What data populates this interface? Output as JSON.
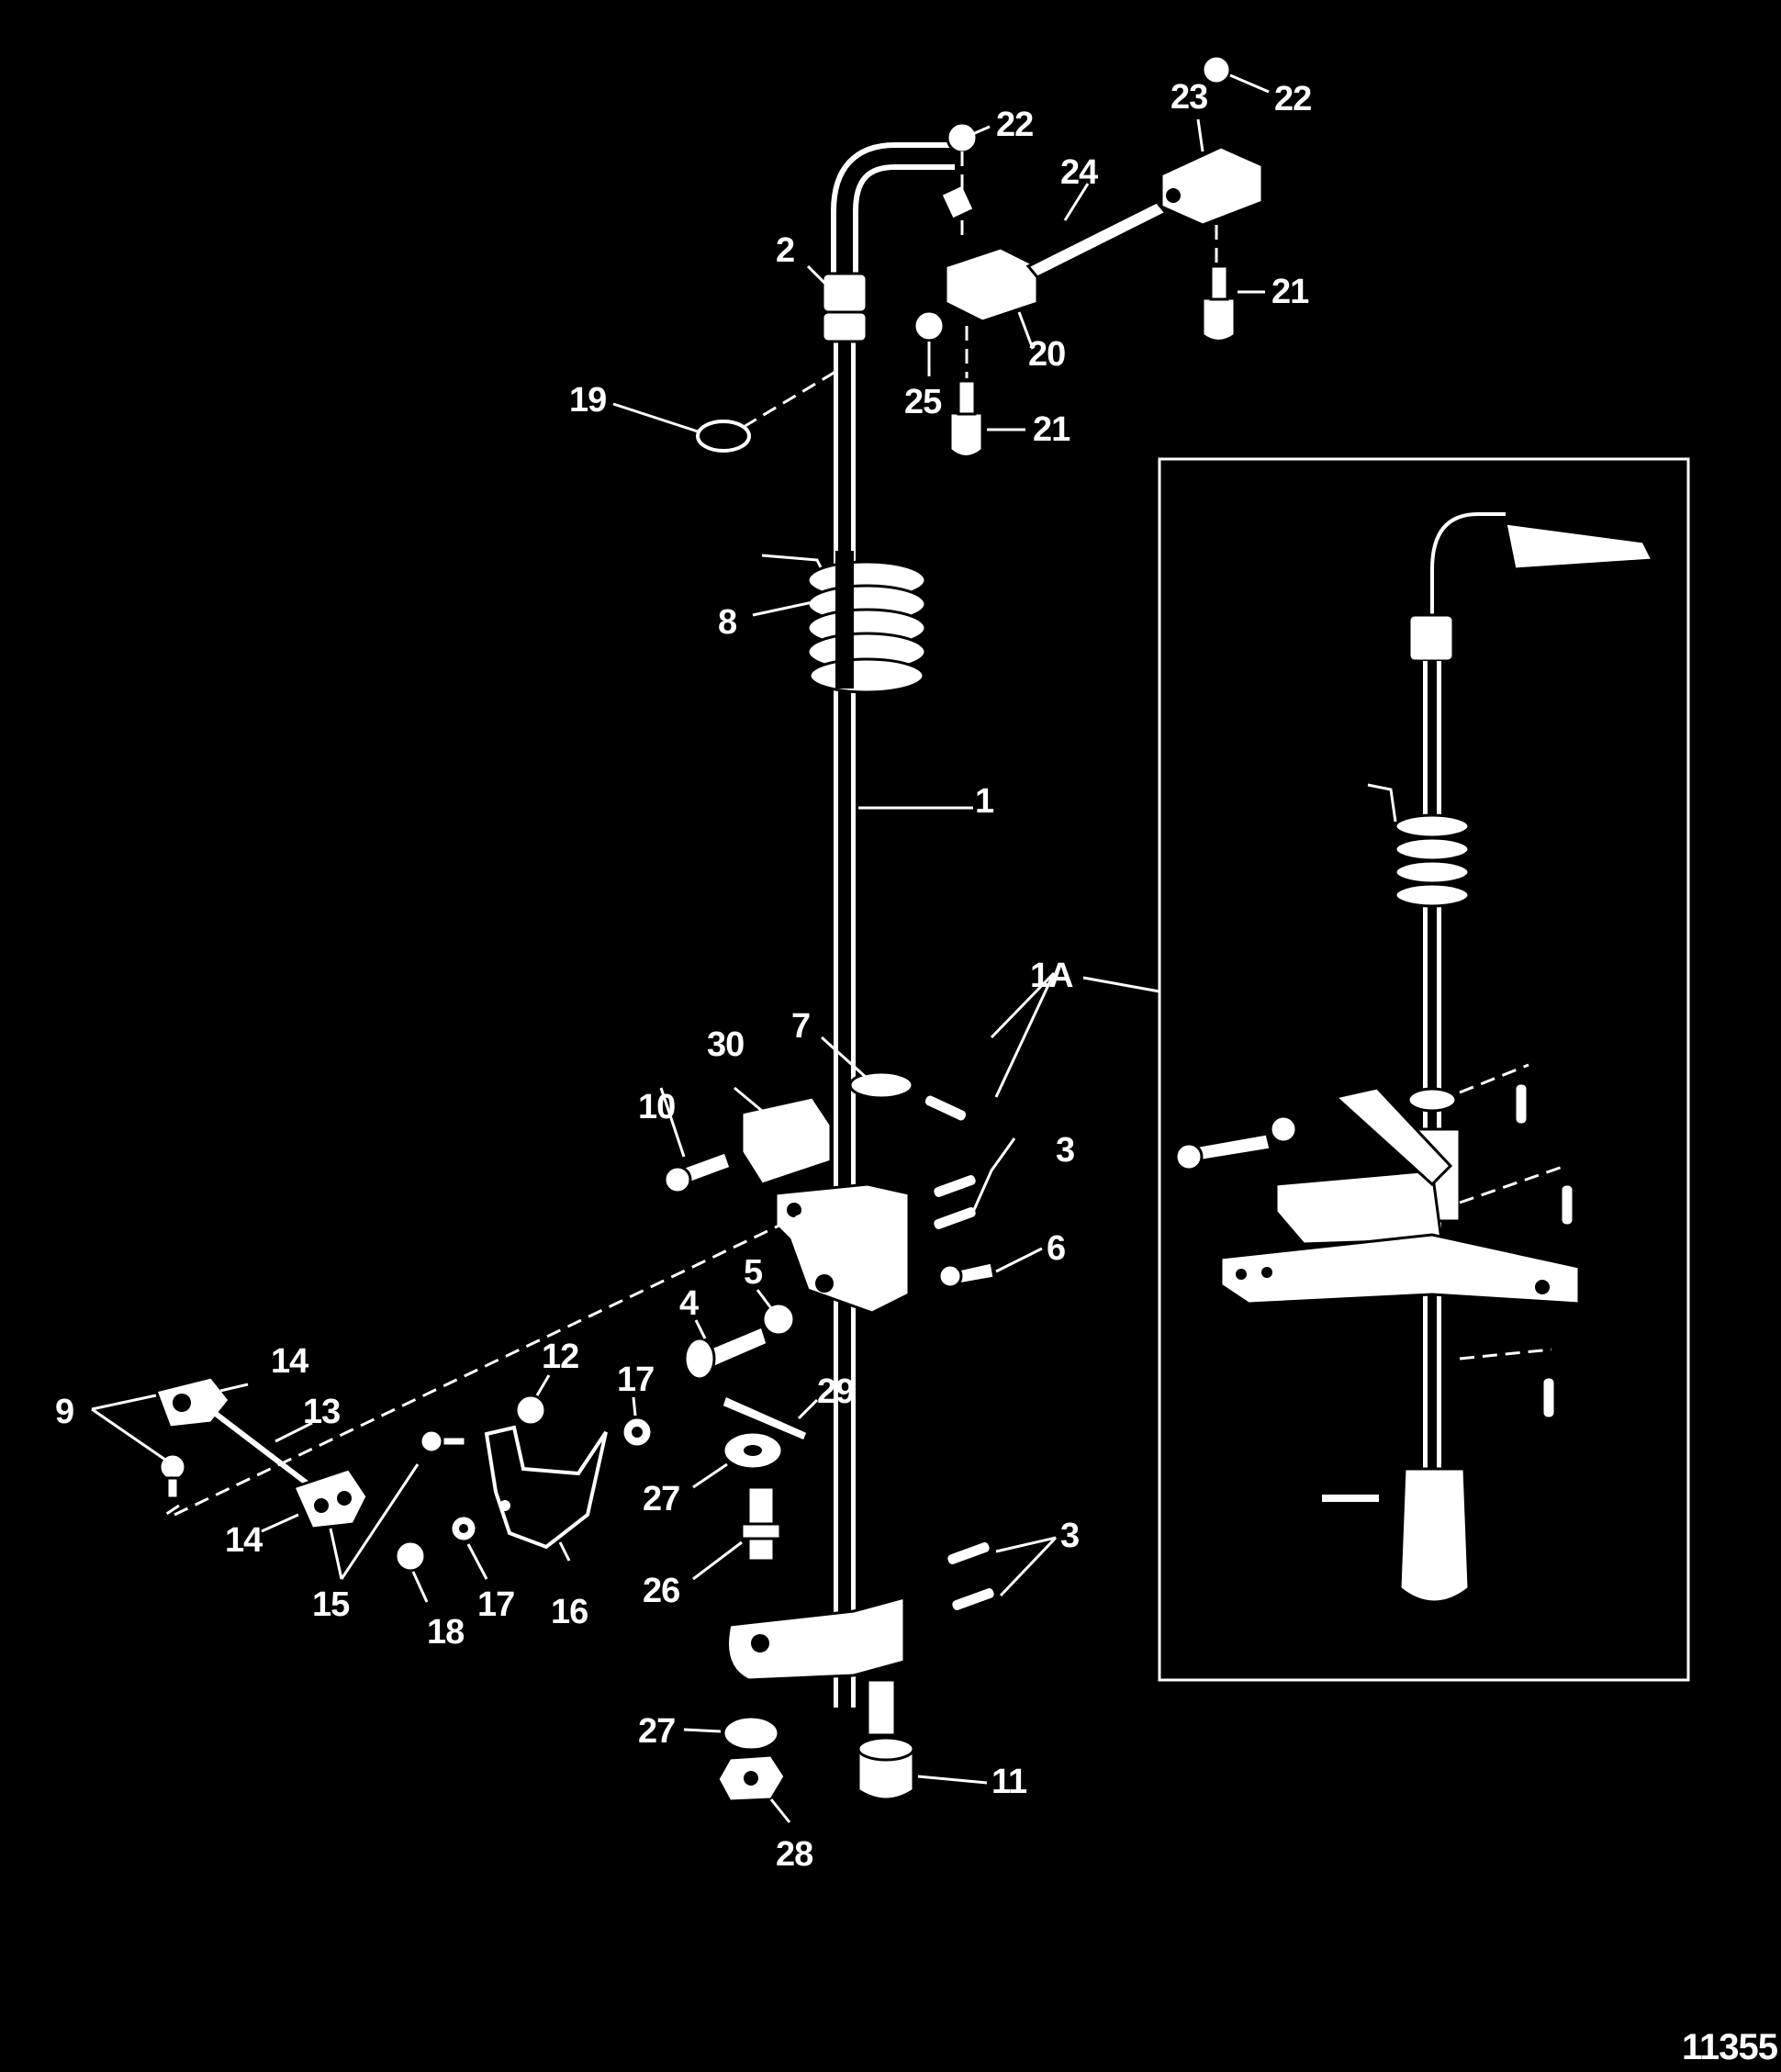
{
  "figure_number": "11355",
  "callouts": [
    {
      "id": "c1",
      "text": "1"
    },
    {
      "id": "c1A",
      "text": "1A"
    },
    {
      "id": "c2",
      "text": "2"
    },
    {
      "id": "c3a",
      "text": "3"
    },
    {
      "id": "c3b",
      "text": "3"
    },
    {
      "id": "c4",
      "text": "4"
    },
    {
      "id": "c5",
      "text": "5"
    },
    {
      "id": "c6",
      "text": "6"
    },
    {
      "id": "c7",
      "text": "7"
    },
    {
      "id": "c8",
      "text": "8"
    },
    {
      "id": "c9",
      "text": "9"
    },
    {
      "id": "c10",
      "text": "10"
    },
    {
      "id": "c11",
      "text": "11"
    },
    {
      "id": "c12",
      "text": "12"
    },
    {
      "id": "c13",
      "text": "13"
    },
    {
      "id": "c14a",
      "text": "14"
    },
    {
      "id": "c14b",
      "text": "14"
    },
    {
      "id": "c15",
      "text": "15"
    },
    {
      "id": "c16",
      "text": "16"
    },
    {
      "id": "c17a",
      "text": "17"
    },
    {
      "id": "c17b",
      "text": "17"
    },
    {
      "id": "c18",
      "text": "18"
    },
    {
      "id": "c19",
      "text": "19"
    },
    {
      "id": "c20",
      "text": "20"
    },
    {
      "id": "c21a",
      "text": "21"
    },
    {
      "id": "c21b",
      "text": "21"
    },
    {
      "id": "c22a",
      "text": "22"
    },
    {
      "id": "c22b",
      "text": "22"
    },
    {
      "id": "c23",
      "text": "23"
    },
    {
      "id": "c24",
      "text": "24"
    },
    {
      "id": "c25",
      "text": "25"
    },
    {
      "id": "c26",
      "text": "26"
    },
    {
      "id": "c27a",
      "text": "27"
    },
    {
      "id": "c27b",
      "text": "27"
    },
    {
      "id": "c28",
      "text": "28"
    },
    {
      "id": "c29",
      "text": "29"
    },
    {
      "id": "c30",
      "text": "30"
    }
  ]
}
